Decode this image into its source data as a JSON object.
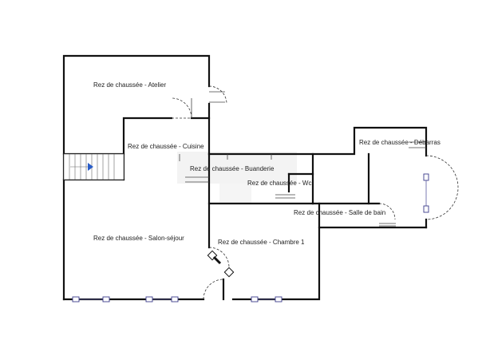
{
  "rooms": {
    "atelier": "Rez de chaussée - Atelier",
    "cuisine": "Rez de chaussée - Cuisine",
    "buanderie": "Rez de chaussée - Buanderie",
    "wc": "Rez de chaussée - Wc",
    "debarras": "Rez de chaussée - Débarras",
    "salle_de_bain": "Rez de chaussée - Salle de bain",
    "salon_sejour": "Rez de chaussée - Salon-séjour",
    "chambre_1": "Rez de chaussée - Chambre 1"
  },
  "colors": {
    "wall": "#111111",
    "window": "#3a3a8a",
    "stair_arrow": "#2a5dc8",
    "watermark": "#e9e9e9"
  }
}
